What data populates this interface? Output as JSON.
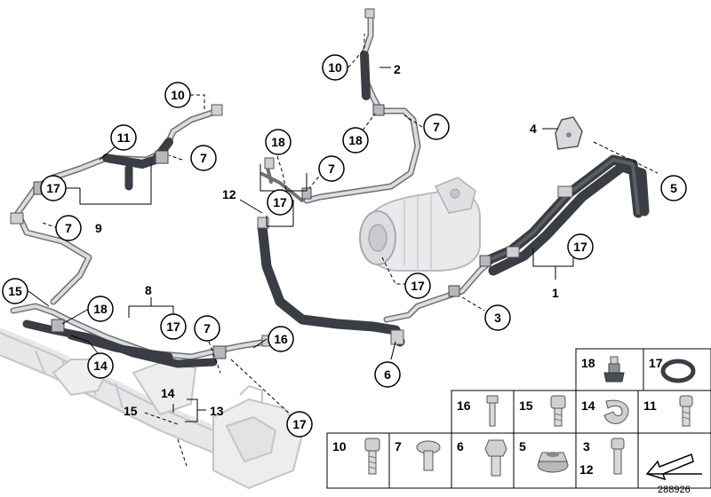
{
  "diagram": {
    "callouts": [
      {
        "id": "c-10-top",
        "label": "10"
      },
      {
        "id": "c-2",
        "label": "2"
      },
      {
        "id": "c-18-top",
        "label": "18"
      },
      {
        "id": "c-7-top",
        "label": "7"
      },
      {
        "id": "c-10-left",
        "label": "10"
      },
      {
        "id": "c-11",
        "label": "11"
      },
      {
        "id": "c-7-a",
        "label": "7"
      },
      {
        "id": "c-17-a",
        "label": "17"
      },
      {
        "id": "c-7-b",
        "label": "7"
      },
      {
        "id": "c-18-mid",
        "label": "18"
      },
      {
        "id": "c-7-c",
        "label": "7"
      },
      {
        "id": "c-17-b",
        "label": "17"
      },
      {
        "id": "c-5",
        "label": "5"
      },
      {
        "id": "c-17-c",
        "label": "17"
      },
      {
        "id": "c-17-d",
        "label": "17"
      },
      {
        "id": "c-3",
        "label": "3"
      },
      {
        "id": "c-15-a",
        "label": "15"
      },
      {
        "id": "c-18-low",
        "label": "18"
      },
      {
        "id": "c-17-e",
        "label": "17"
      },
      {
        "id": "c-14-a",
        "label": "14"
      },
      {
        "id": "c-7-d",
        "label": "7"
      },
      {
        "id": "c-16",
        "label": "16"
      },
      {
        "id": "c-6",
        "label": "6"
      },
      {
        "id": "c-17-f",
        "label": "17"
      }
    ],
    "plain_labels": [
      {
        "id": "p-4",
        "label": "4"
      },
      {
        "id": "p-9",
        "label": "9"
      },
      {
        "id": "p-12",
        "label": "12"
      },
      {
        "id": "p-1",
        "label": "1"
      },
      {
        "id": "p-8",
        "label": "8"
      },
      {
        "id": "p-14",
        "label": "14"
      },
      {
        "id": "p-13",
        "label": "13"
      },
      {
        "id": "p-15",
        "label": "15"
      }
    ],
    "legend": [
      {
        "id": "l-18",
        "label": "18"
      },
      {
        "id": "l-17",
        "label": "17"
      },
      {
        "id": "l-16",
        "label": "16"
      },
      {
        "id": "l-15",
        "label": "15"
      },
      {
        "id": "l-14",
        "label": "14"
      },
      {
        "id": "l-11",
        "label": "11"
      },
      {
        "id": "l-10",
        "label": "10"
      },
      {
        "id": "l-7",
        "label": "7"
      },
      {
        "id": "l-6",
        "label": "6"
      },
      {
        "id": "l-5",
        "label": "5"
      },
      {
        "id": "l-3",
        "label": "3"
      },
      {
        "id": "l-12",
        "label": "12"
      }
    ],
    "document_number": "288926",
    "colors": {
      "hose_dark": "#3a3d44",
      "hose_mid": "#5a5e66",
      "pipe_light": "#d8d9dc",
      "pipe_edge": "#6e7076",
      "ghost": "#c9cacd",
      "line": "#000000"
    }
  }
}
